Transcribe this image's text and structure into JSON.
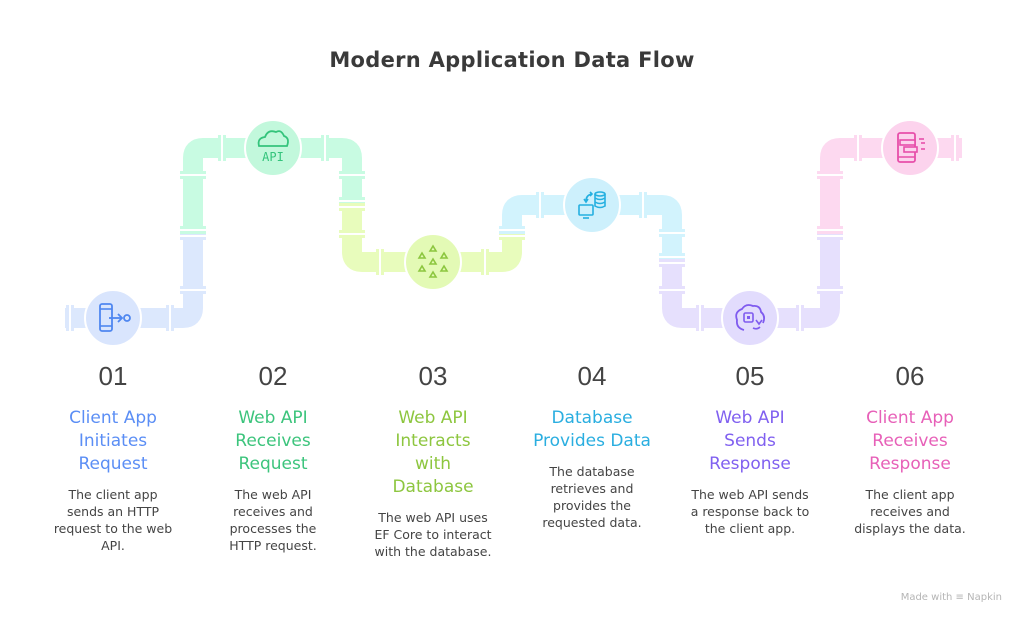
{
  "title": "Modern Application Data Flow",
  "steps": [
    {
      "number": "01",
      "title_lines": [
        "Client App",
        "Initiates",
        "Request"
      ],
      "desc_lines": [
        "The client app",
        "sends an HTTP",
        "request to the web",
        "API."
      ],
      "icon": "phone-send-icon",
      "pipe_color": "#dce8fd",
      "icon_color": "#4f87f0",
      "circle_color": "#d9e5fd",
      "title_color": "#5b8ef5"
    },
    {
      "number": "02",
      "title_lines": [
        "Web API",
        "Receives",
        "Request"
      ],
      "desc_lines": [
        "The web API",
        "receives and",
        "processes the",
        "HTTP request."
      ],
      "icon": "cloud-api-icon",
      "icon_text": "API",
      "pipe_color": "#c8fbe2",
      "icon_color": "#34c47c",
      "circle_color": "#c2f8dc",
      "title_color": "#3cc47c"
    },
    {
      "number": "03",
      "title_lines": [
        "Web API",
        "Interacts",
        "with",
        "Database"
      ],
      "desc_lines": [
        "The web API uses",
        "EF Core to interact",
        "with the database."
      ],
      "icon": "network-nodes-icon",
      "pipe_color": "#e8fcbc",
      "icon_color": "#8cc63f",
      "circle_color": "#e3fab5",
      "title_color": "#8dc63f"
    },
    {
      "number": "04",
      "title_lines": [
        "Database",
        "Provides Data"
      ],
      "desc_lines": [
        "The database",
        "retrieves and",
        "provides the",
        "requested data."
      ],
      "icon": "database-sync-icon",
      "pipe_color": "#d2f3fd",
      "icon_color": "#25b0e0",
      "circle_color": "#cdf0fc",
      "title_color": "#2aaee0"
    },
    {
      "number": "05",
      "title_lines": [
        "Web API",
        "Sends",
        "Response"
      ],
      "desc_lines": [
        "The web API sends",
        "a response back to",
        "the client app."
      ],
      "icon": "cloud-response-icon",
      "pipe_color": "#e6e0fd",
      "icon_color": "#7f5bef",
      "circle_color": "#e2dcfd",
      "title_color": "#8060f0"
    },
    {
      "number": "06",
      "title_lines": [
        "Client App",
        "Receives",
        "Response"
      ],
      "desc_lines": [
        "The client app",
        "receives and",
        "displays the data."
      ],
      "icon": "phone-message-icon",
      "pipe_color": "#fdd9f0",
      "icon_color": "#e74faa",
      "circle_color": "#fcd3ed",
      "title_color": "#e760b8"
    }
  ],
  "footer": {
    "made_with": "Made with",
    "brand": "Napkin"
  }
}
